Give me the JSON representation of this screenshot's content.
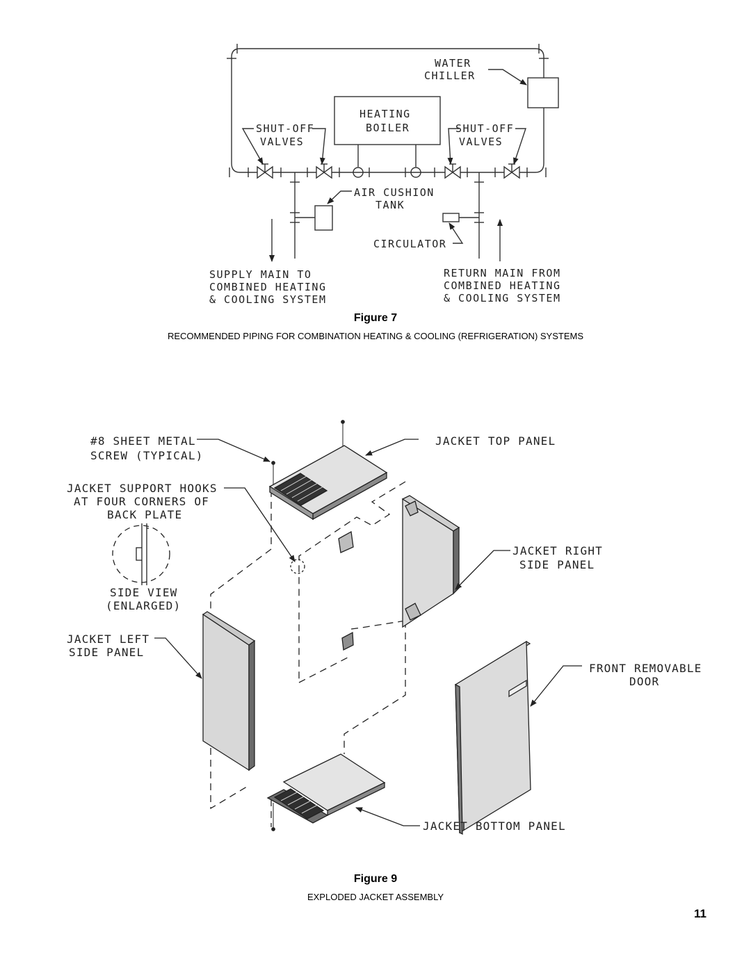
{
  "figure7": {
    "title": "Figure 7",
    "caption": "RECOMMENDED PIPING FOR COMBINATION HEATING & COOLING (REFRIGERATION) SYSTEMS",
    "labels": {
      "water_chiller": [
        "WATER",
        "CHILLER"
      ],
      "heating_boiler": [
        "HEATING",
        "BOILER"
      ],
      "shutoff_left": [
        "SHUT-OFF",
        "VALVES"
      ],
      "shutoff_right": [
        "SHUT-OFF",
        "VALVES"
      ],
      "air_cushion": [
        "AIR CUSHION",
        "TANK"
      ],
      "circulator": "CIRCULATOR",
      "supply_main": [
        "SUPPLY MAIN TO",
        "COMBINED HEATING",
        "& COOLING SYSTEM"
      ],
      "return_main": [
        "RETURN MAIN FROM",
        "COMBINED HEATING",
        "& COOLING SYSTEM"
      ]
    }
  },
  "figure9": {
    "title": "Figure 9",
    "caption": "EXPLODED JACKET ASSEMBLY",
    "labels": {
      "screw": [
        "#8 SHEET METAL",
        "SCREW (TYPICAL)"
      ],
      "top_panel": "JACKET TOP PANEL",
      "support_hooks": [
        "JACKET SUPPORT HOOKS",
        "AT FOUR CORNERS OF",
        "BACK PLATE"
      ],
      "side_view": [
        "SIDE VIEW",
        "(ENLARGED)"
      ],
      "right_panel": [
        "JACKET RIGHT",
        "SIDE PANEL"
      ],
      "left_panel": [
        "JACKET LEFT",
        "SIDE PANEL"
      ],
      "front_door": [
        "FRONT REMOVABLE",
        "DOOR"
      ],
      "bottom_panel": "JACKET BOTTOM PANEL"
    }
  },
  "page_number": "11"
}
